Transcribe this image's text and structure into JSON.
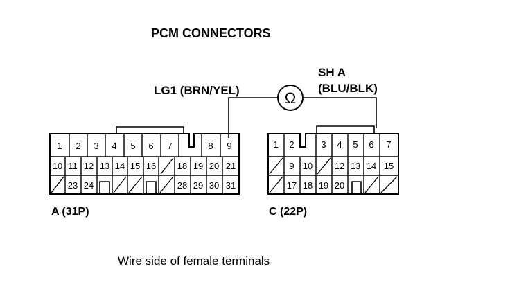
{
  "title": "PCM CONNECTORS",
  "wire_left_label": "LG1 (BRN/YEL)",
  "wire_right_label_line1": "SH A",
  "wire_right_label_line2": "(BLU/BLK)",
  "ohmmeter_symbol": "Ω",
  "connector_a": {
    "label": "A (31P)",
    "rows": [
      [
        "1",
        "2",
        "3",
        "4",
        "5",
        "6",
        "7",
        "",
        "8",
        "9"
      ],
      [
        "10",
        "11",
        "12",
        "13",
        "14",
        "15",
        "16",
        "",
        "18",
        "19",
        "20",
        "21"
      ],
      [
        "/",
        "23",
        "24",
        "",
        "/",
        "/",
        "",
        "/",
        "28",
        "29",
        "30",
        "31"
      ]
    ]
  },
  "connector_c": {
    "label": "C (22P)",
    "rows": [
      [
        "1",
        "2",
        "",
        "3",
        "4",
        "5",
        "6",
        "7"
      ],
      [
        "/",
        "9",
        "10",
        "/",
        "12",
        "13",
        "14",
        "15"
      ],
      [
        "/",
        "17",
        "18",
        "19",
        "20",
        "",
        "/",
        "/"
      ]
    ]
  },
  "caption": "Wire side of female terminals"
}
